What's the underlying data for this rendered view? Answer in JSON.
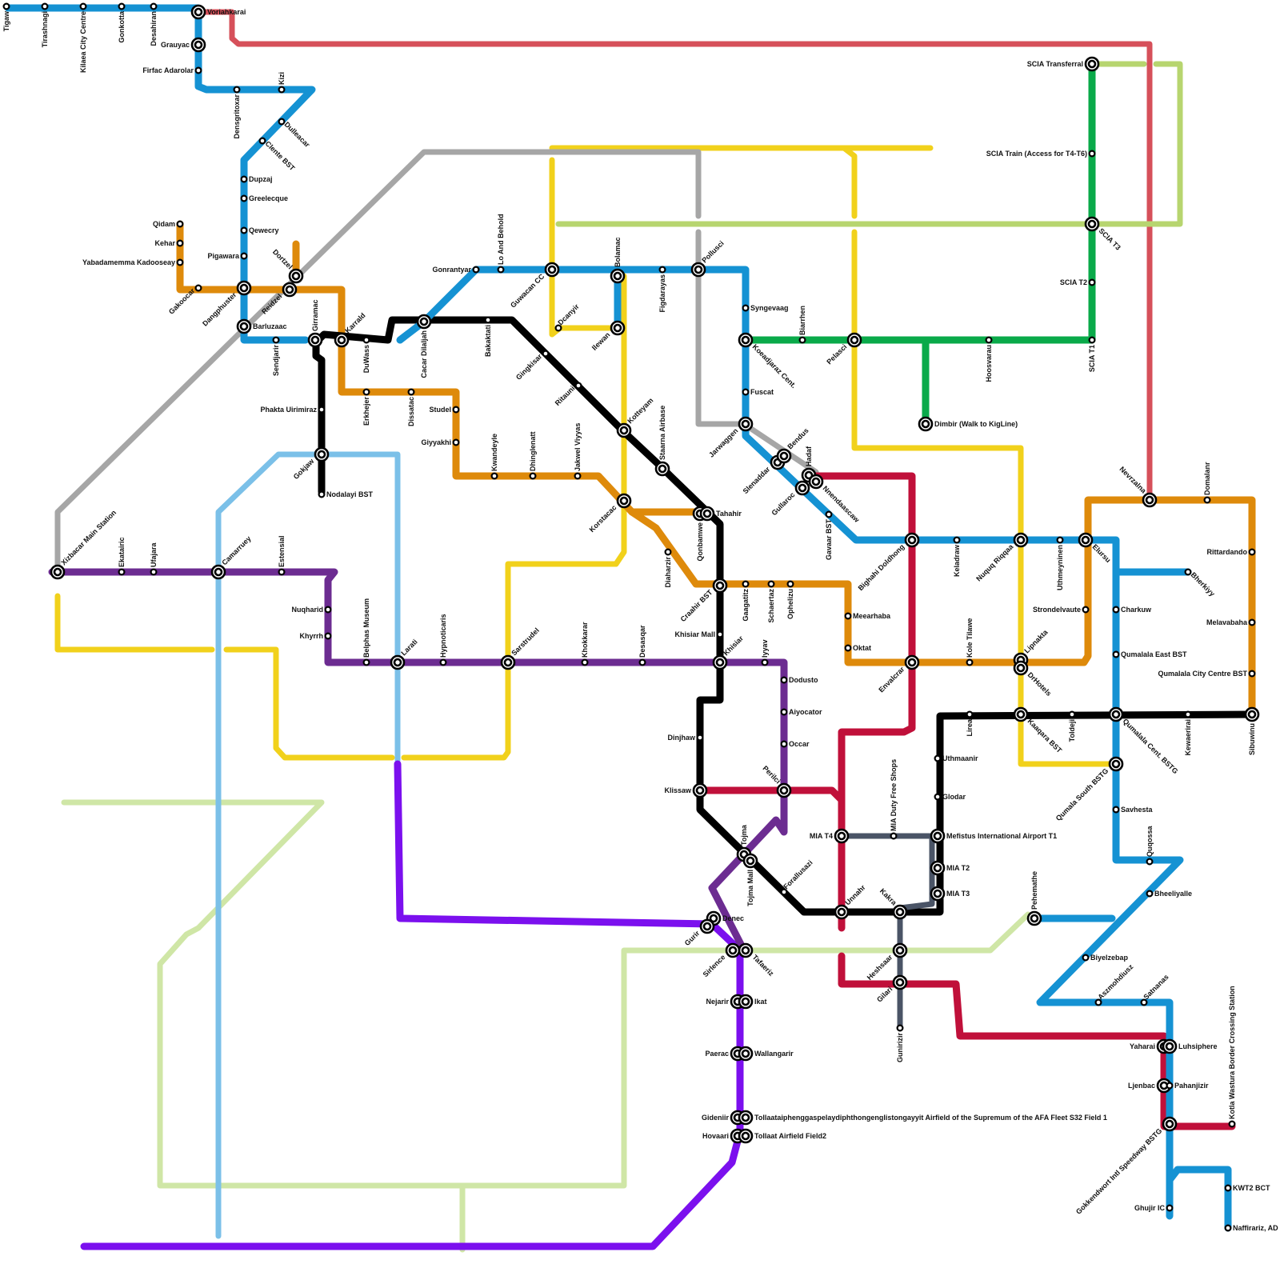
{
  "lines": {
    "blue": "#1592d3",
    "red": "#d6505a",
    "crimson": "#c0103a",
    "orange": "#de8a0b",
    "yellow": "#f1d11b",
    "lime": "#b7d56f",
    "pale_green": "#cfe6a6",
    "green": "#0aaa4a",
    "grey": "#a6a6a6",
    "black": "#000000",
    "purple": "#6c2c91",
    "violet": "#7b10ee",
    "sky": "#7bc0e8",
    "slate": "#4a5466"
  },
  "stations": {
    "tigaw": "Tigaw",
    "tirashnagi": "Tirashnagi",
    "kilaea": "Kilaea City Centre",
    "gonkotta": "Gonkotta",
    "desahiran": "Desahiran",
    "voriahkarai": "Voriahkarai",
    "grauyac": "Grauyac",
    "firfac": "Firfac Adarolar",
    "densgritoxar": "Densgritoxar",
    "kizi": "Kizi",
    "dulleacar": "Dulleacar",
    "clente": "Clente BST",
    "dupzaj": "Dupzaj",
    "greelecque": "Greelecque",
    "qewecry": "Qewecry",
    "pigawara": "Pigawara",
    "qidam": "Qidam",
    "kehar": "Kehar",
    "yabadamemma": "Yabadamemma Kadooseay",
    "gakoocar": "Gakoocar",
    "dangphuster": "Dangphuster",
    "barluzaac": "Barluzaac",
    "sendjarir": "Sendjarir",
    "dortzel": "Dortzel",
    "reidzel": "Reidzel",
    "girramac": "Girramac",
    "karrald": "Karrald",
    "duwass": "DuWass",
    "erkhejer": "Erkhejer",
    "dissatac": "Dissatac",
    "studel": "Studel",
    "giyyakhi": "Giyyakhi",
    "phakta": "Phakta Uirimiraz",
    "gokjaw": "Gokjaw",
    "nodalayi": "Nodalayi BST",
    "cacar": "Cacar Dilaljah",
    "bakaktati": "Bakaktati",
    "gonrantyar": "Gonrantyar",
    "lo_and": "Lo And Behold",
    "guwacan": "Guwacan CC",
    "dcanyir": "Dcanyir",
    "ilewan": "Ilewan",
    "bolamac": "Bolamac",
    "figdarayas": "Figdarayas",
    "pollusci": "Pollusci",
    "gingkisar": "Gingkisar",
    "ritauni": "Ritauni",
    "kotteyam": "Kotteyam",
    "starna": "Staarna Airbase",
    "kwandeyle": "Kwandeyle",
    "dhinglenatt": "Dhinglenatt",
    "jakwel": "Jakwel Viyyas",
    "korstacac": "Korstacac",
    "diaharzir": "Diaharzir",
    "qonbamwe": "Qonbamwe",
    "tahahir": "Tahahir",
    "craahir": "Craahir BST",
    "gaagatitz": "Gaagatitz",
    "schaertaz": "Schaertaz",
    "ophelizu": "Ophelizu",
    "meearhaba": "Meearhaba",
    "oktat": "Oktat",
    "khisiar_mall": "Khisiar Mall",
    "khisiar": "Khisiar",
    "iyyav": "Iyyav",
    "dodusto": "Dodusto",
    "aiyocator": "Aiyocator",
    "occar": "Occar",
    "perilci": "Perilci",
    "dinjhaw": "Dinjhaw",
    "klissaw": "Klissaw",
    "tojma": "Tojma",
    "tojma_mall": "Tojma Mall",
    "forallusazi": "Forallusazi",
    "syngevaag": "Syngevaag",
    "koeadjaraz": "Koeadjaraz Cent.",
    "fuscat": "Fuscat",
    "jarwaggen": "Jarwaggen",
    "slenaddar": "Slenaddar",
    "bendus": "Bendus",
    "hadaf": "Hadaf",
    "nnendaascaw": "Nnendaascaw",
    "gullaroc": "Gullaroc",
    "gavaar": "Gavaar BST",
    "biarrhen": "Biarrhen",
    "pelasci": "Pelasci",
    "hoosvarau": "Hoosvarau",
    "dimbir": "Dimbir (Walk to KigLine)",
    "scia_transferral": "SCIA Transferral",
    "scia_train": "SCIA Train (Access for T4-T6)",
    "scia_t3": "SCIA T3",
    "scia_t2": "SCIA T2",
    "scia_t1": "SCIA T1",
    "bighahi": "Bighahi Doldhong",
    "keladraw": "Keladraw",
    "nuquq": "Nuquq Riqqaa",
    "uthmeyninen": "Uthmeyninen",
    "elursu": "Elursu",
    "nevrzalna": "Nevrzalna",
    "domalanr": "Domalanr",
    "rittardando": "Rittardando",
    "melavabaha": "Melavabaha",
    "qumalala_city": "Qumalala City Centre BST",
    "sibuwinu": "Sibuwinu",
    "bherkiyy": "Bherkiyy",
    "charkuw": "Charkuw",
    "qumalala_east": "Qumalala East BST",
    "strondelvaute": "Strondelvaute",
    "kole_tilawe": "Kole Tilawe",
    "lipnakta": "Lipnakta",
    "drhotels": "DrHotels",
    "envalcrar": "Envalcrar",
    "lirea": "Lirea",
    "toldeji": "Toldeji",
    "qumalala_cent": "Qumalala Cent. BSTG",
    "kewaerirai": "Kewaerirai",
    "kaaqara": "Kaaqara BST",
    "qumala_south": "Qumala South BSTG",
    "savhesta": "Savhesta",
    "uthmaanir": "Uthmaanir",
    "glodar": "Glodar",
    "mefistus_t1": "Mefistus International Airport T1",
    "mia_t2": "MIA T2",
    "mia_t3": "MIA T3",
    "mia_duty": "MIA Duty Free Shops",
    "mia_t4": "MIA T4",
    "unnahr": "Unnahr",
    "kakra": "Kakra",
    "heshsaar": "Heshsaar",
    "gilari": "Gilari",
    "gunirizir": "Gunirizir",
    "quqossa": "Quqossa",
    "bheeliyalle": "Bheeliyalle",
    "pehemathe": "Pehemathe",
    "biyelzebap": "Biyelzebap",
    "aszmohdiusz": "Aszmohdiusz",
    "satnanas": "Satnanas",
    "yaharai": "Yaharai",
    "luhsiphere": "Luhsiphere",
    "ljenbac": "Ljenbac",
    "pahanjizir": "Pahanjizir",
    "gokkendwort": "Gokkendwort Intl Speedway BSTG",
    "kotla": "Kotla Wastura Border Crossing Station",
    "ghujir": "Ghujir IC",
    "kwt2": "KWT2 BCT",
    "naffirariz": "Naffirariz, AD",
    "xizbacar": "Xizbacar Main Station",
    "ekatairic": "Ekatairic",
    "ufajara": "Ufajara",
    "camarruey": "Camarruey",
    "estensial": "Estensial",
    "nuqharid": "Nuqharid",
    "khyrrh": "Khyrrh",
    "belphas": "Belphas Museum",
    "larati": "Larati",
    "hypnoticaris": "Hypnoticaris",
    "sarstrudel": "Sarstrudel",
    "khokkarar": "Khokkarar",
    "desasqar": "Desasqar",
    "denec": "Denec",
    "gurir": "Gurir",
    "sirlence": "Sirlence",
    "tafaeriz": "Tafaeriz",
    "nejarir": "Nejarir",
    "ikat": "Ikat",
    "paerac": "Paerac",
    "wallangarir": "Wallangarir",
    "gideniir": "Gideniir",
    "tollaata_long": "Tollaataiphenggaspelaydiphthongenglistongayyit Airfield of the Supremum of the AFA Fleet S32 Field 1",
    "hovaari": "Hovaari",
    "tollaat2": "Tollaat Airfield Field2"
  }
}
